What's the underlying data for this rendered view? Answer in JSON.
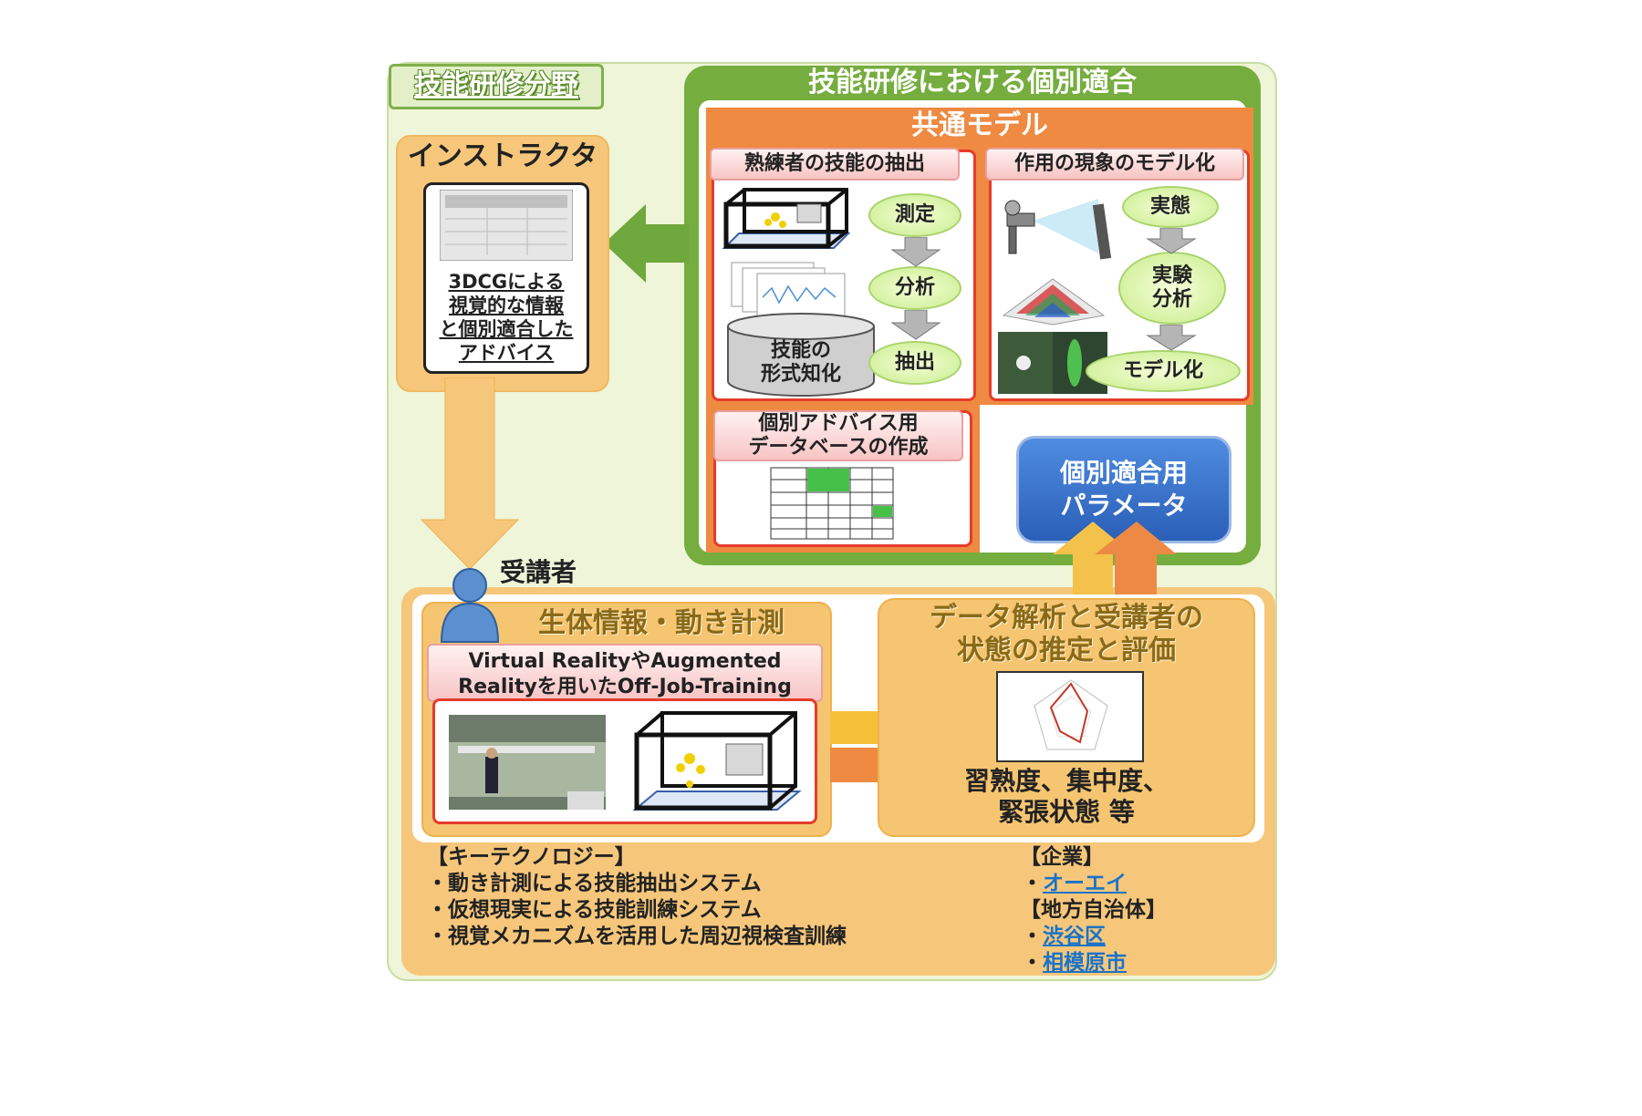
{
  "field_tab": "技能研修分野",
  "fitting": {
    "title": "技能研修における個別適合",
    "common_model": {
      "title": "共通モデル",
      "expert": {
        "label": "熟練者の技能の抽出",
        "steps": [
          "測定",
          "分析",
          "抽出"
        ],
        "formalize": "技能の\n形式知化"
      },
      "phenomenon": {
        "label": "作用の現象のモデル化",
        "steps": [
          "実態",
          "実験\n分析",
          "モデル化"
        ]
      }
    },
    "database": {
      "label": "個別アドバイス用\nデータベースの作成"
    },
    "parameter": "個別適合用\nパラメータ"
  },
  "instructor": {
    "title": "インストラクタ",
    "text": "3DCGによる\n視覚的な情報\nと個別適合した\nアドバイス"
  },
  "student": {
    "label": "受講者",
    "bio_title": "生体情報・動き計測",
    "vr_label": "Virtual RealityやAugmented\nRealityを用いたOff-Job-Training"
  },
  "analysis": {
    "title": "データ解析と受講者の\n状態の推定と評価",
    "result": "習熟度、集中度、\n緊張状態 等"
  },
  "key_tech": {
    "heading": "【キーテクノロジー】",
    "items": [
      "・動き計測による技能抽出システム",
      "・仮想現実による技能訓練システム",
      "・視覚メカニズムを活用した周辺視検査訓練"
    ]
  },
  "companies": {
    "heading": "【企業】",
    "items": [
      "オーエイ"
    ]
  },
  "municipalities": {
    "heading": "【地方自治体】",
    "items": [
      "渋谷区",
      "相模原市"
    ]
  },
  "colors": {
    "outer_bg": "#eef5d8",
    "green": "#76ad3f",
    "orange": "#ee8a41",
    "peach": "#f6c77b",
    "blue": "#2a5fb8",
    "link": "#1a73c9"
  }
}
